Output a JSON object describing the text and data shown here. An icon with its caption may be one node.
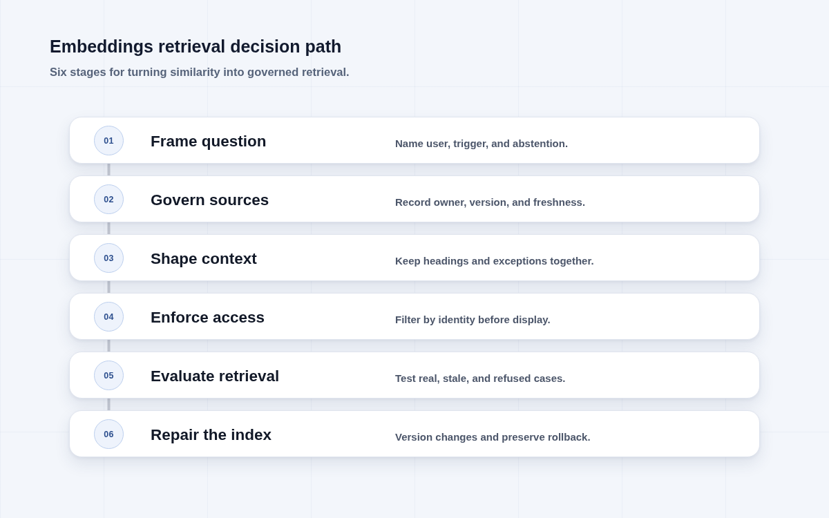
{
  "diagram": {
    "title": "Embeddings retrieval decision path",
    "caption": "Six stages for turning similarity into governed retrieval.",
    "nodes": [
      {
        "text": [
          "Frame question",
          "Name user, trigger, and abstention."
        ]
      },
      {
        "text": [
          "01"
        ],
        "in": 0
      },
      {
        "text": [
          "Govern sources",
          "Record owner, version, and freshness."
        ]
      },
      {
        "text": [
          "02"
        ],
        "in": 2
      },
      {
        "text": [
          "Shape context",
          "Keep headings and exceptions together."
        ]
      },
      {
        "text": [
          "03"
        ],
        "in": 4
      },
      {
        "text": [
          "Enforce access",
          "Filter by identity before display."
        ]
      },
      {
        "text": [
          "04"
        ],
        "in": 6
      },
      {
        "text": [
          "Evaluate retrieval",
          "Test real, stale, and refused cases."
        ]
      },
      {
        "text": [
          "05"
        ],
        "in": 8
      },
      {
        "text": [
          "Repair the index",
          "Version changes and preserve rollback."
        ]
      },
      {
        "text": [
          "06"
        ],
        "in": 10
      }
    ],
    "edges": [
      {
        "from": 0,
        "to": 2,
        "arrow": "none"
      },
      {
        "from": 2,
        "to": 4,
        "arrow": "none"
      },
      {
        "from": 4,
        "to": 6,
        "arrow": "none"
      },
      {
        "from": 6,
        "to": 8,
        "arrow": "none"
      },
      {
        "from": 8,
        "to": 10,
        "arrow": "none"
      }
    ]
  }
}
